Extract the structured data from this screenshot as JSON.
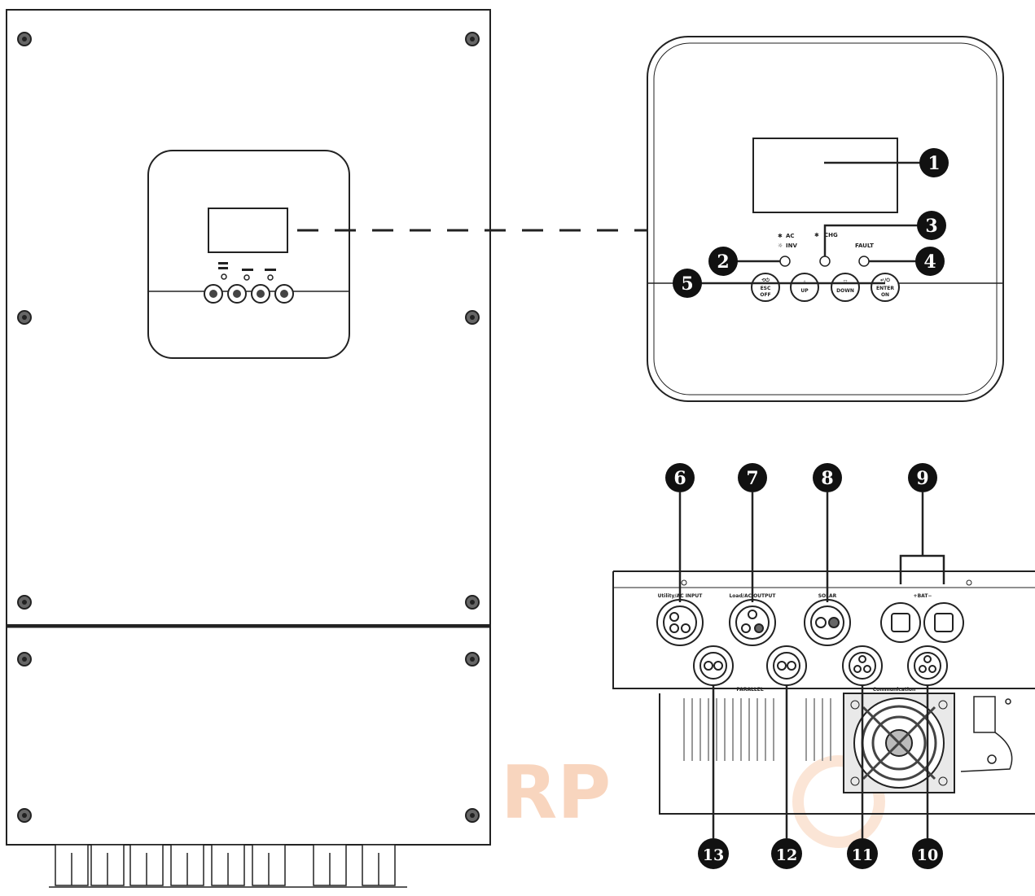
{
  "panel_labels": {
    "ac": "AC",
    "inv": "INV",
    "chg": "CHG",
    "fault": "FAULT"
  },
  "buttons": {
    "esc_line1": "ESC",
    "esc_line2": "OFF",
    "up": "UP",
    "down": "DOWN",
    "enter_line1": "ENTER",
    "enter_line2": "ON"
  },
  "bottom_labels": {
    "utility_ac_input": "Utility/AC INPUT",
    "load_ac_output": "Load/AC OUTPUT",
    "solar": "SOLAR",
    "bat": "+BAT−",
    "parallel": "PARALLEL",
    "communication": "Communication"
  },
  "callouts": [
    "1",
    "2",
    "3",
    "4",
    "5",
    "6",
    "7",
    "8",
    "9",
    "10",
    "11",
    "12",
    "13"
  ],
  "watermark": "RP",
  "colors": {
    "line": "#222222",
    "callout_fill": "#111111",
    "watermark": "#f0a070"
  }
}
